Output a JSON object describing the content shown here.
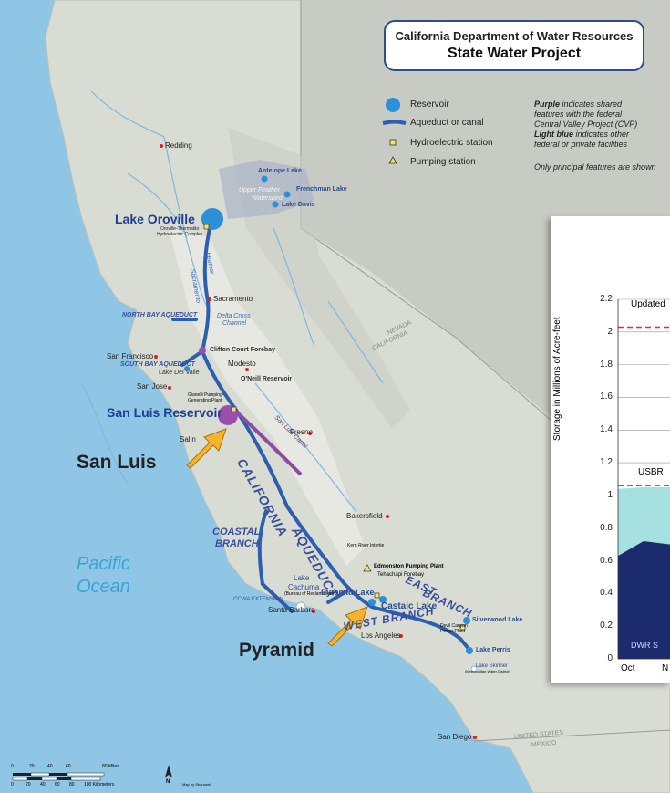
{
  "title_box": {
    "line1": "California Department of Water Resources",
    "line2": "State Water Project"
  },
  "legend": [
    {
      "icon": "reservoir-circle-icon",
      "label": "Reservoir"
    },
    {
      "icon": "aqueduct-line-icon",
      "label": "Aqueduct or canal"
    },
    {
      "icon": "hydroelectric-square-icon",
      "label": "Hydroelectric station"
    },
    {
      "icon": "pumping-triangle-icon",
      "label": "Pumping station"
    }
  ],
  "notes": {
    "purple_bold": "Purple",
    "purple_rest": " indicates shared",
    "purple_line2": "features with the federal",
    "purple_line3": "Central Valley Project (CVP)",
    "lightblue_bold": "Light blue",
    "lightblue_rest": " indicates other",
    "lightblue_line2": "federal or private facilities",
    "principal": "Only principal features are shown"
  },
  "map_labels": {
    "redding": "Redding",
    "antelope_lake": "Antelope Lake",
    "upper_feather_1": "Upper Feather",
    "upper_feather_2": "Watershed",
    "frenchman_lake": "Frenchman Lake",
    "lake_davis": "Lake Davis",
    "lake_oroville": "Lake Oroville",
    "oroville_complex_1": "Oroville-Thermalito",
    "oroville_complex_2": "Hydroelectric Complex",
    "feather": "Feather",
    "sacramento_river": "Sacramento",
    "sacramento_city": "Sacramento",
    "north_bay_aqueduct": "NORTH BAY AQUEDUCT",
    "delta_cross_1": "Delta Cross",
    "delta_cross_2": "Channel",
    "nevada": "NEVADA",
    "california_state": "CALIFORNIA",
    "san_francisco": "San Francisco",
    "clifton_court": "Clifton Court Forebay",
    "south_bay_aqueduct": "SOUTH BAY AQUEDUCT",
    "modesto": "Modesto",
    "lake_del_valle": "Lake Del Valle",
    "san_jose": "San Jose",
    "gianelli_1": "Gianelli Pumping-",
    "gianelli_2": "Generating Plant",
    "oneill": "O'Neill Reservoir",
    "san_luis_reservoir": "San Luis Reservoir",
    "san_luis_canal": "San Luis Canal",
    "fresno": "Fresno",
    "salinas": "Salin",
    "california_aqueduct": "CALIFORNIA",
    "aqueduct_word": "AQUEDUCT",
    "coastal_branch_1": "COASTAL",
    "coastal_branch_2": "BRANCH",
    "bakersfield": "Bakersfield",
    "kern_river": "Kern River Intertie",
    "edmonston": "Edmonston Pumping Plant",
    "tehachapi": "Tehachapi Forebay",
    "lake_cachuma": "Lake",
    "lake_cachuma_2": "Cachuma",
    "lake_cachuma_3": "(Bureau of Reclamation)",
    "ccwa_extension": "CCWA EXTENSION",
    "santa_barbara": "Santa Barbara",
    "pyramid_lake": "Pyramid Lake",
    "castaic_lake": "Castaic Lake",
    "east_branch_1": "EAST",
    "east_branch_2": "BRANCH",
    "west_branch": "WEST BRANCH",
    "silverwood_lake": "Silverwood Lake",
    "devil_canyon_1": "Devil Canyon",
    "devil_canyon_2": "Power Plant",
    "los_angeles": "Los Angeles",
    "lake_perris": "Lake Perris",
    "lake_skinner_1": "Lake Skinner",
    "lake_skinner_2": "(Metropolitan Water District)",
    "san_diego": "San Diego",
    "united_states": "UNITED STATES",
    "mexico": "MEXICO",
    "pacific_1": "Pacific",
    "pacific_2": "Ocean"
  },
  "callouts": {
    "san_luis": "San Luis",
    "pyramid": "Pyramid"
  },
  "scale_bar": {
    "miles": [
      "0",
      "20",
      "40",
      "60",
      "80 Miles"
    ],
    "km": [
      "0",
      "20",
      "40",
      "60",
      "80",
      "100 Kilometers"
    ],
    "north": "N",
    "credit": "Map by Shannon!"
  },
  "chart_data": {
    "type": "area",
    "ylabel": "Storage in Millions of Acre-feet",
    "ylim": [
      0,
      2.2
    ],
    "yticks": [
      "0",
      "0.2",
      "0.4",
      "0.6",
      "0.8",
      "1",
      "1.2",
      "1.4",
      "1.6",
      "1.8",
      "2",
      "2.2"
    ],
    "categories": [
      "Oct",
      "N"
    ],
    "reference_lines": [
      {
        "label": "Updated",
        "value": 2.03
      },
      {
        "label": "USBR",
        "value": 1.06
      }
    ],
    "series": [
      {
        "name": "DWR S",
        "values": [
          0.63,
          0.72,
          0.7
        ]
      },
      {
        "values": [
          1.04,
          1.05,
          1.05
        ]
      }
    ],
    "colors": {
      "dwr": "#1c2a6e",
      "usbr": "#a6e0e0",
      "ref": "#e03030"
    }
  }
}
